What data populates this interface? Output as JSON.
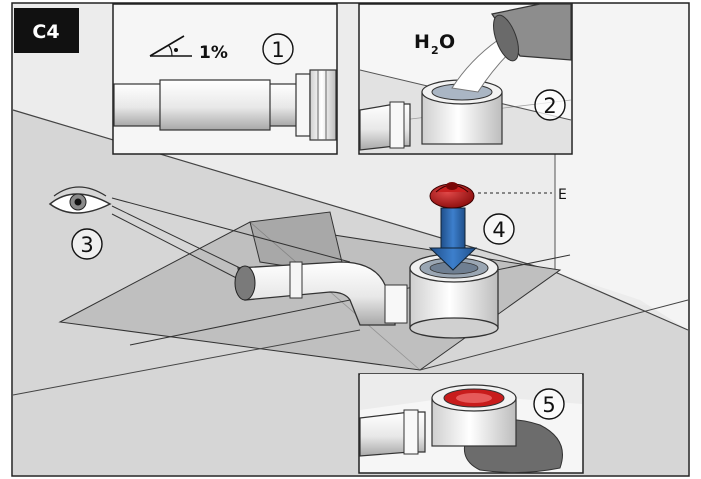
{
  "figure_label": "C4",
  "slope_text": "1%",
  "water_label": {
    "main": "H",
    "sub": "2",
    "tail": "O"
  },
  "callout_letter": "E",
  "steps": [
    "1",
    "2",
    "3",
    "4",
    "5"
  ],
  "colors": {
    "badge": "#111111",
    "floor_light": "#d2d2d2",
    "floor_mid": "#bdbdbd",
    "wall": "#e6e6e6",
    "arrow": "#2b6cb0",
    "cap": "#b81818",
    "pipe": "#f2f2f2"
  },
  "icons": [
    "slope-icon",
    "eye-icon",
    "down-arrow-icon",
    "drain-cap-icon",
    "water-bucket-icon"
  ]
}
